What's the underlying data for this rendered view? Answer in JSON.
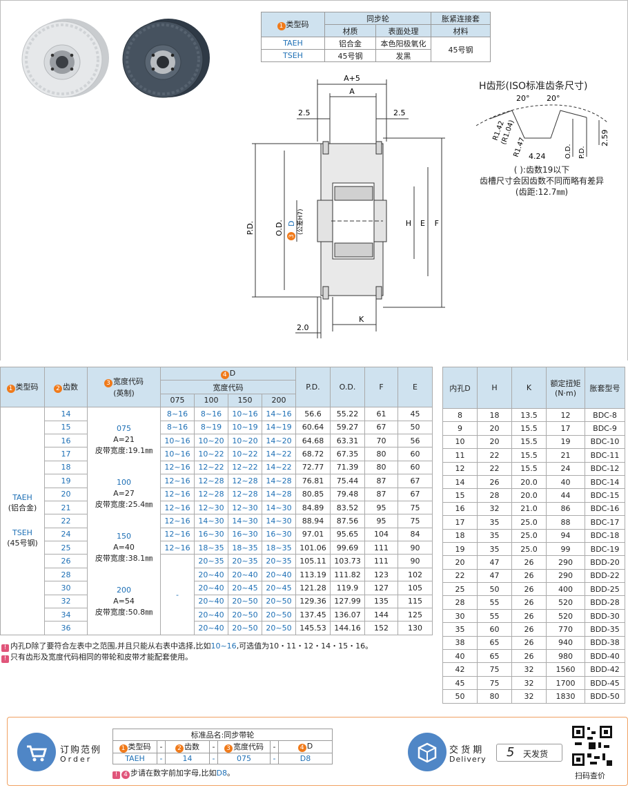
{
  "mat_table": {
    "h_type": "类型码",
    "h_sync": "同步轮",
    "h_bush": "胀紧连接套",
    "h_material": "材质",
    "h_surface": "表面处理",
    "h_material2": "材料",
    "r1_code": "TAEH",
    "r1_mat": "铝合金",
    "r1_surf": "本色阳极氧化",
    "r2_code": "TSEH",
    "r2_mat": "45号钢",
    "r2_surf": "发黑",
    "bush_mat": "45号钢",
    "n1": "1"
  },
  "drawing": {
    "a5": "A+5",
    "a": "A",
    "d25l": "2.5",
    "d25r": "2.5",
    "pd": "P.D.",
    "od": "O.D.",
    "d": "D",
    "tol": "(公差H7)",
    "n3": "3",
    "h": "H",
    "e": "E",
    "f": "F",
    "k": "K",
    "d20": "2.0"
  },
  "tooth": {
    "title": "H齿形(ISO标准齿条尺寸)",
    "a1": "20°",
    "a2": "20°",
    "r1": "R1.42",
    "r1b": "(R1.04)",
    "r2": "R1.47",
    "w": "4.24",
    "od": "O.D.",
    "pd": "P.D.",
    "h": "2.59",
    "note1": "( ):齿数19以下",
    "note2": "齿槽尺寸会因齿数不同而略有差异",
    "note3": "(齿距:12.7㎜)"
  },
  "main_table": {
    "h_type": "类型码",
    "h_teeth": "齿数",
    "h_width": "宽度代码",
    "h_width2": "(英制)",
    "h_d": "D",
    "h_wcode": "宽度代码",
    "w_cols": [
      "075",
      "100",
      "150",
      "200"
    ],
    "h_pd": "P.D.",
    "h_od": "O.D.",
    "h_f": "F",
    "h_e": "E",
    "n1": "1",
    "n2": "2",
    "n3": "3",
    "n4": "4",
    "type_a": "TAEH",
    "type_a2": "(铝合金)",
    "type_b": "TSEH",
    "type_b2": "(45号钢)",
    "w075": "075",
    "w075a": "A=21",
    "w075b": "皮带宽度:19.1㎜",
    "w100": "100",
    "w100a": "A=27",
    "w100b": "皮带宽度:25.4㎜",
    "w150": "150",
    "w150a": "A=40",
    "w150b": "皮带宽度:38.1㎜",
    "w200": "200",
    "w200a": "A=54",
    "w200b": "皮带宽度:50.8㎜",
    "dash": "-",
    "rows": [
      [
        "14",
        "8~16",
        "8~16",
        "10~16",
        "14~16",
        "56.6",
        "55.22",
        "61",
        "45"
      ],
      [
        "15",
        "8~16",
        "8~19",
        "10~19",
        "14~19",
        "60.64",
        "59.27",
        "67",
        "50"
      ],
      [
        "16",
        "10~16",
        "10~20",
        "10~20",
        "14~20",
        "64.68",
        "63.31",
        "70",
        "56"
      ],
      [
        "17",
        "10~16",
        "10~22",
        "10~22",
        "14~22",
        "68.72",
        "67.35",
        "80",
        "60"
      ],
      [
        "18",
        "12~16",
        "12~22",
        "12~22",
        "14~22",
        "72.77",
        "71.39",
        "80",
        "60"
      ],
      [
        "19",
        "12~16",
        "12~28",
        "12~28",
        "14~28",
        "76.81",
        "75.44",
        "87",
        "67"
      ],
      [
        "20",
        "12~16",
        "12~28",
        "12~28",
        "14~28",
        "80.85",
        "79.48",
        "87",
        "67"
      ],
      [
        "21",
        "12~16",
        "12~30",
        "12~30",
        "14~30",
        "84.89",
        "83.52",
        "95",
        "75"
      ],
      [
        "22",
        "12~16",
        "14~30",
        "14~30",
        "14~30",
        "88.94",
        "87.56",
        "95",
        "75"
      ],
      [
        "24",
        "12~16",
        "16~30",
        "16~30",
        "16~30",
        "97.01",
        "95.65",
        "104",
        "84"
      ],
      [
        "25",
        "12~16",
        "18~35",
        "18~35",
        "18~35",
        "101.06",
        "99.69",
        "111",
        "90"
      ],
      [
        "26",
        "",
        "20~35",
        "20~35",
        "20~35",
        "105.11",
        "103.73",
        "111",
        "90"
      ],
      [
        "28",
        "",
        "20~40",
        "20~40",
        "20~40",
        "113.19",
        "111.82",
        "123",
        "102"
      ],
      [
        "30",
        "",
        "20~40",
        "20~45",
        "20~45",
        "121.28",
        "119.9",
        "127",
        "105"
      ],
      [
        "32",
        "",
        "20~40",
        "20~50",
        "20~50",
        "129.36",
        "127.99",
        "135",
        "115"
      ],
      [
        "34",
        "",
        "20~40",
        "20~50",
        "20~50",
        "137.45",
        "136.07",
        "144",
        "125"
      ],
      [
        "36",
        "",
        "20~40",
        "20~50",
        "20~50",
        "145.53",
        "144.16",
        "152",
        "130"
      ]
    ]
  },
  "side_table": {
    "h_bore": "内孔D",
    "h_h": "H",
    "h_k": "K",
    "h_torque": "额定扭矩",
    "h_torque2": "(N·m)",
    "h_model": "胀套型号",
    "rows": [
      [
        "8",
        "18",
        "13.5",
        "12",
        "BDC-8"
      ],
      [
        "9",
        "20",
        "15.5",
        "17",
        "BDC-9"
      ],
      [
        "10",
        "20",
        "15.5",
        "19",
        "BDC-10"
      ],
      [
        "11",
        "22",
        "15.5",
        "21",
        "BDC-11"
      ],
      [
        "12",
        "22",
        "15.5",
        "24",
        "BDC-12"
      ],
      [
        "14",
        "26",
        "20.0",
        "40",
        "BDC-14"
      ],
      [
        "15",
        "28",
        "20.0",
        "44",
        "BDC-15"
      ],
      [
        "16",
        "32",
        "21.0",
        "86",
        "BDC-16"
      ],
      [
        "17",
        "35",
        "25.0",
        "88",
        "BDC-17"
      ],
      [
        "18",
        "35",
        "25.0",
        "94",
        "BDC-18"
      ],
      [
        "19",
        "35",
        "25.0",
        "99",
        "BDC-19"
      ],
      [
        "20",
        "47",
        "26",
        "290",
        "BDD-20"
      ],
      [
        "22",
        "47",
        "26",
        "290",
        "BDD-22"
      ],
      [
        "25",
        "50",
        "26",
        "400",
        "BDD-25"
      ],
      [
        "28",
        "55",
        "26",
        "520",
        "BDD-28"
      ],
      [
        "30",
        "55",
        "26",
        "520",
        "BDD-30"
      ],
      [
        "35",
        "60",
        "26",
        "770",
        "BDD-35"
      ],
      [
        "38",
        "65",
        "26",
        "940",
        "BDD-38"
      ],
      [
        "40",
        "65",
        "26",
        "980",
        "BDD-40"
      ],
      [
        "42",
        "75",
        "32",
        "1560",
        "BDD-42"
      ],
      [
        "45",
        "75",
        "32",
        "1700",
        "BDD-45"
      ],
      [
        "50",
        "80",
        "32",
        "1830",
        "BDD-50"
      ]
    ]
  },
  "notes": {
    "n1a": "内孔D除了要符合左表中之范围,并且只能从右表中选择,比如",
    "n1b": "10~16",
    "n1c": ",可选值为10・11・12・14・15・16。",
    "n2": "只有齿形及宽度代码相同的带轮和皮带才能配套使用。",
    "bang": "!"
  },
  "order": {
    "label": "订购范例",
    "label_en": "Order",
    "std_name": "标准品名:同步带轮",
    "c_type": "类型码",
    "c_teeth": "齿数",
    "c_width": "宽度代码",
    "c_d": "D",
    "n1": "1",
    "n2": "2",
    "n3": "3",
    "n4": "4",
    "v_type": "TAEH",
    "v_teeth": "14",
    "v_width": "075",
    "v_d": "D8",
    "dash": "-",
    "note_a": "步请在数字前加字母,比如",
    "note_b": "D8",
    "note_c": "。",
    "delivery": "交 货 期",
    "delivery_en": "Delivery",
    "days": "5",
    "days_label": "天发货",
    "scan": "扫码查价"
  },
  "colors": {
    "accent": "#1d6fb5",
    "orange": "#f07a1a",
    "header": "#cfe2ef",
    "pink": "#e0557a"
  }
}
